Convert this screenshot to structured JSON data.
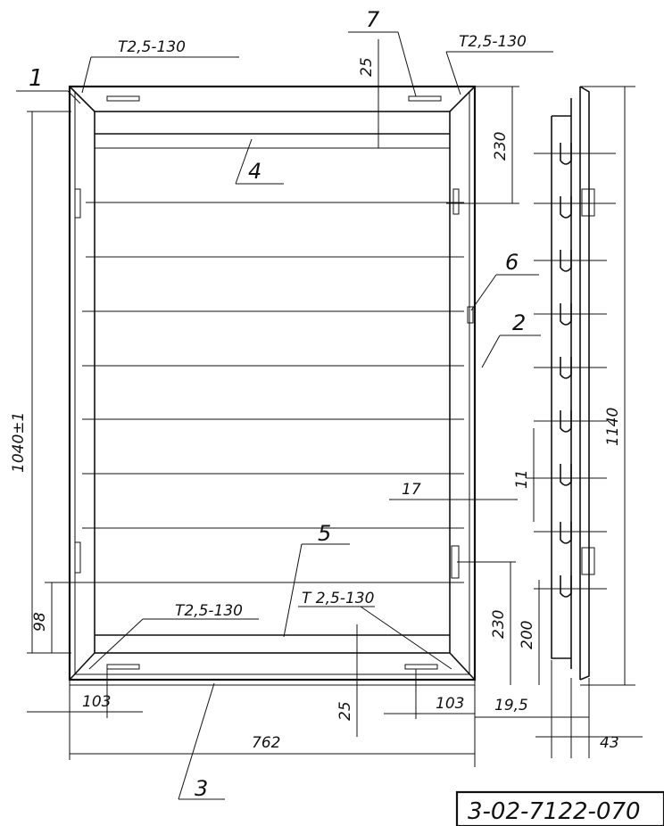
{
  "drawing_number": "3-02-7122-070",
  "welds": {
    "top_left": "Т2,5-130",
    "top_right": "Т2,5-130",
    "bottom_left": "Т2,5-130",
    "bottom_right": "Т 2,5-130"
  },
  "part_numbers": {
    "p1": "1",
    "p2": "2",
    "p3": "3",
    "p4": "4",
    "p5": "5",
    "p6": "6",
    "p7": "7"
  },
  "dimensions": {
    "top_25": "25",
    "top_230": "230",
    "height_1040": "1040±1",
    "left_98": "98",
    "bottom_left_103": "103",
    "bottom_25": "25",
    "bottom_right_103": "103",
    "width_762": "762",
    "gap_17": "17",
    "bottom_230": "230",
    "slot_11": "11",
    "side_1140": "1140",
    "side_200": "200",
    "side_19_5": "19,5",
    "side_43": "43"
  }
}
